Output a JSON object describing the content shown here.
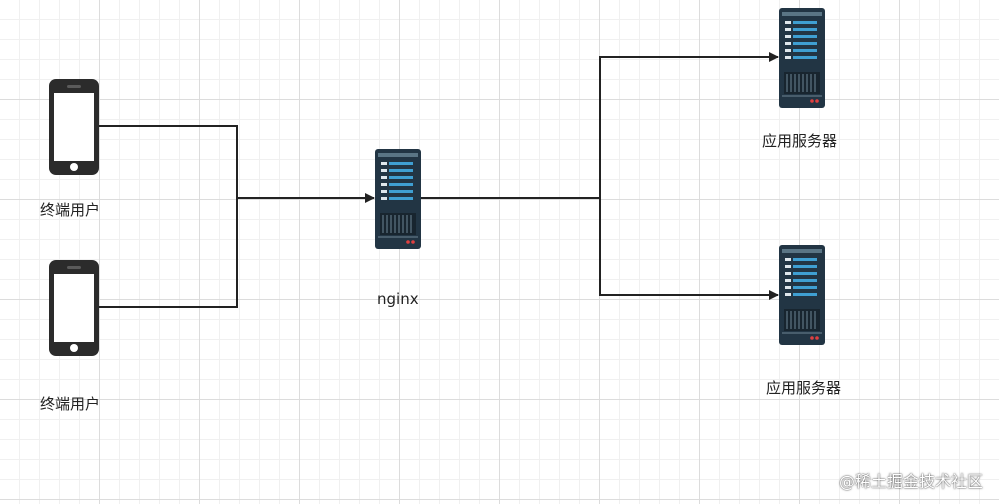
{
  "nodes": {
    "user_1": {
      "label": "终端用户"
    },
    "user_2": {
      "label": "终端用户"
    },
    "proxy": {
      "label": "nginx"
    },
    "app_server_1": {
      "label": "应用服务器"
    },
    "app_server_2": {
      "label": "应用服务器"
    }
  },
  "watermark": "@稀土掘金技术社区",
  "colors": {
    "line": "#222222",
    "phone_body": "#2b2b2b",
    "server_body": "#223544",
    "server_slot": "#3f9fd2"
  }
}
